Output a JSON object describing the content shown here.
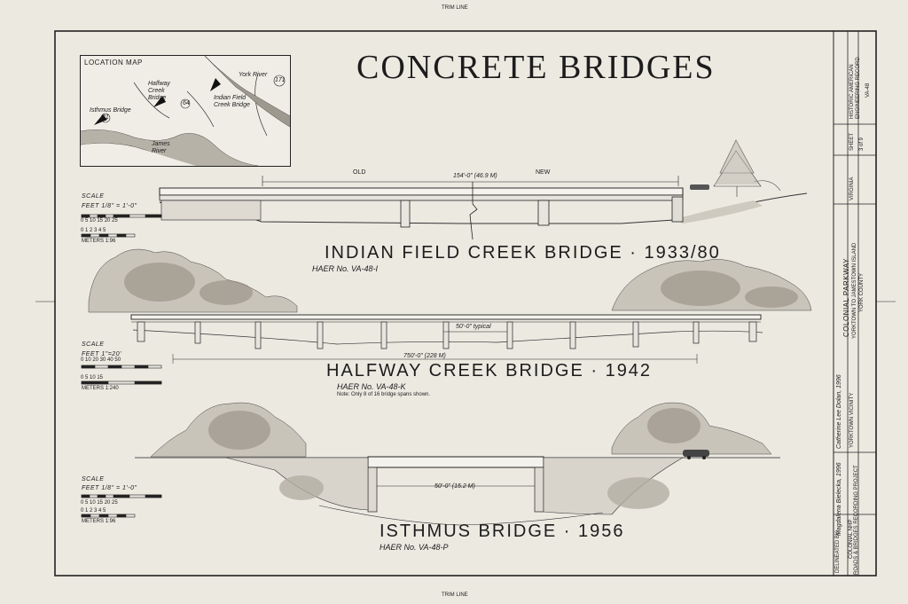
{
  "sheet": {
    "top_mark": "TRIM LINE",
    "bottom_mark": "TRIM LINE",
    "title": "CONCRETE BRIDGES"
  },
  "location_map": {
    "title": "LOCATION MAP",
    "labels": {
      "york_river": "York River",
      "route_171": "171",
      "halfway_creek": "Halfway Creek Bridge",
      "route_64": "64",
      "indian_field": "Indian Field Creek Bridge",
      "isthmus": "Isthmus Bridge",
      "route_31": "31",
      "james_river": "James River"
    }
  },
  "bridges": [
    {
      "title": "INDIAN FIELD CREEK BRIDGE · 1933/80",
      "haer": "HAER No. VA-48-I",
      "dims": {
        "old": "OLD",
        "new": "NEW",
        "span": "154'-0\" (46.9 M)"
      },
      "scale": {
        "label": "SCALE",
        "feet": "FEET 1/8\" = 1'-0\"",
        "feet_ticks": "0   5   10   15   20   25",
        "meters_ticks": "0  1  2  3  4  5",
        "meters": "METERS  1:96"
      }
    },
    {
      "title": "HALFWAY CREEK BRIDGE · 1942",
      "haer": "HAER No. VA-48-K",
      "note": "Note: Only 8 of 16 bridge spans shown.",
      "dims": {
        "typical": "50'-0\" typical",
        "span": "750'-0\" (228 M)"
      },
      "scale": {
        "label": "SCALE",
        "feet": "FEET  1\"=20'",
        "feet_ticks": "0   10   20   30   40   50",
        "meters_ticks": "0      5      10     15",
        "meters": "METERS  1:240"
      }
    },
    {
      "title": "ISTHMUS BRIDGE · 1956",
      "haer": "HAER No. VA-48-P",
      "dims": {
        "span": "50'-0\" (15.2 M)"
      },
      "scale": {
        "label": "SCALE",
        "feet": "FEET 1/8\" = 1'-0\"",
        "feet_ticks": "0   5   10   15   20   25",
        "meters_ticks": "0  1  2  3  4  5",
        "meters": "METERS  1:96"
      }
    }
  ],
  "title_block": {
    "delineated": "DELINEATED BY:",
    "artist1": "Magdalena Bielecka, 1996",
    "artist2": "Catherine Lee Dolan, 1996",
    "project": "COLONIAL NHP",
    "recording": "ROADS & BRIDGES RECORDING PROJECT",
    "park": "COLONIAL PARKWAY",
    "location": "YORKTOWN TO JAMESTOWN ISLAND",
    "county": "YORK COUNTY",
    "state": "VIRGINIA",
    "vicinity": "YORKTOWN VICINITY",
    "record": "HISTORIC AMERICAN ENGINEERING RECORD",
    "haer": "VA-48",
    "sheet": "SHEET",
    "sheet_no": "3 of 9"
  }
}
